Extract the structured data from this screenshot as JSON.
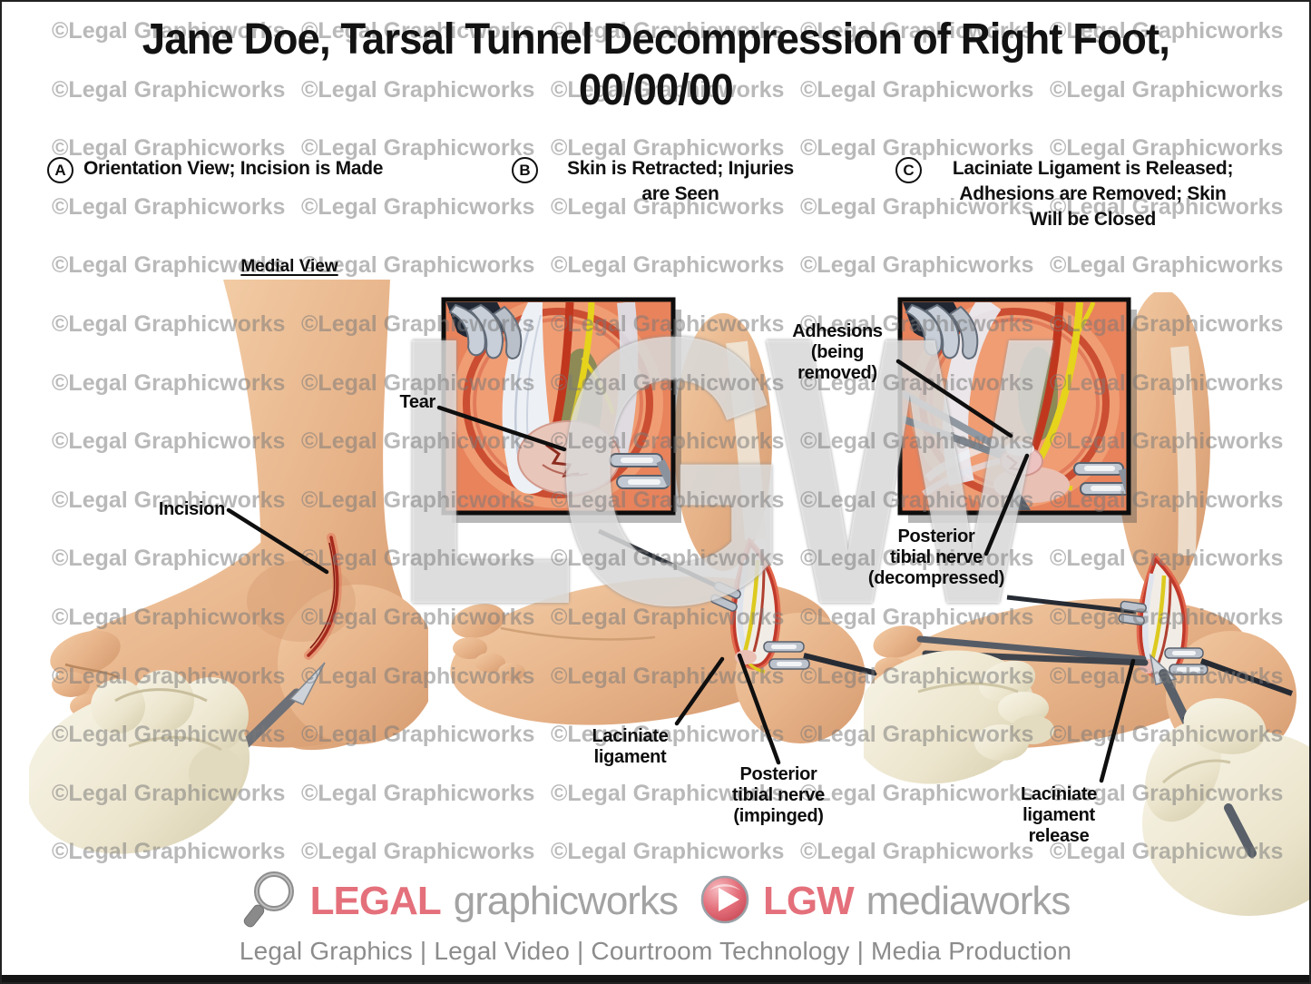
{
  "title": {
    "line1": "Jane Doe, Tarsal Tunnel Decompression of Right Foot,",
    "line2": "00/00/00"
  },
  "watermark": {
    "tile_text": "©Legal Graphicworks",
    "big_text": "LGW"
  },
  "sections": [
    {
      "letter": "A",
      "lines": [
        "Orientation View; Incision is Made"
      ]
    },
    {
      "letter": "B",
      "lines": [
        "Skin is Retracted; Injuries",
        "are Seen"
      ]
    },
    {
      "letter": "C",
      "lines": [
        "Laciniate Ligament is Released;",
        "Adhesions are Removed; Skin",
        "Will be Closed"
      ]
    }
  ],
  "panelA": {
    "view_label": "Medial View",
    "incision_label": "Incision"
  },
  "panelB": {
    "tear_label": "Tear",
    "ligament_lines": [
      "Laciniate",
      "ligament"
    ],
    "nerve_lines": [
      "Posterior",
      "tibial nerve",
      "(impinged)"
    ]
  },
  "panelC": {
    "adhesions_lines": [
      "Adhesions",
      "(being",
      "removed)"
    ],
    "nerve_lines": [
      "Posterior",
      "tibial nerve",
      "(decompressed)"
    ],
    "release_lines": [
      "Laciniate",
      "ligament",
      "release"
    ]
  },
  "footer": {
    "brand1_accent": "LEGAL",
    "brand1_rest": "graphicworks",
    "brand2_accent": "LGW",
    "brand2_rest": "mediaworks",
    "tagline": "Legal Graphics | Legal Video | Courtroom Technology | Media Production"
  },
  "colors": {
    "accent_pink": "#e4707b",
    "logo_gray": "#a3a3a3",
    "watermark_gray": "#787878",
    "label_black": "#0d0d0d"
  }
}
